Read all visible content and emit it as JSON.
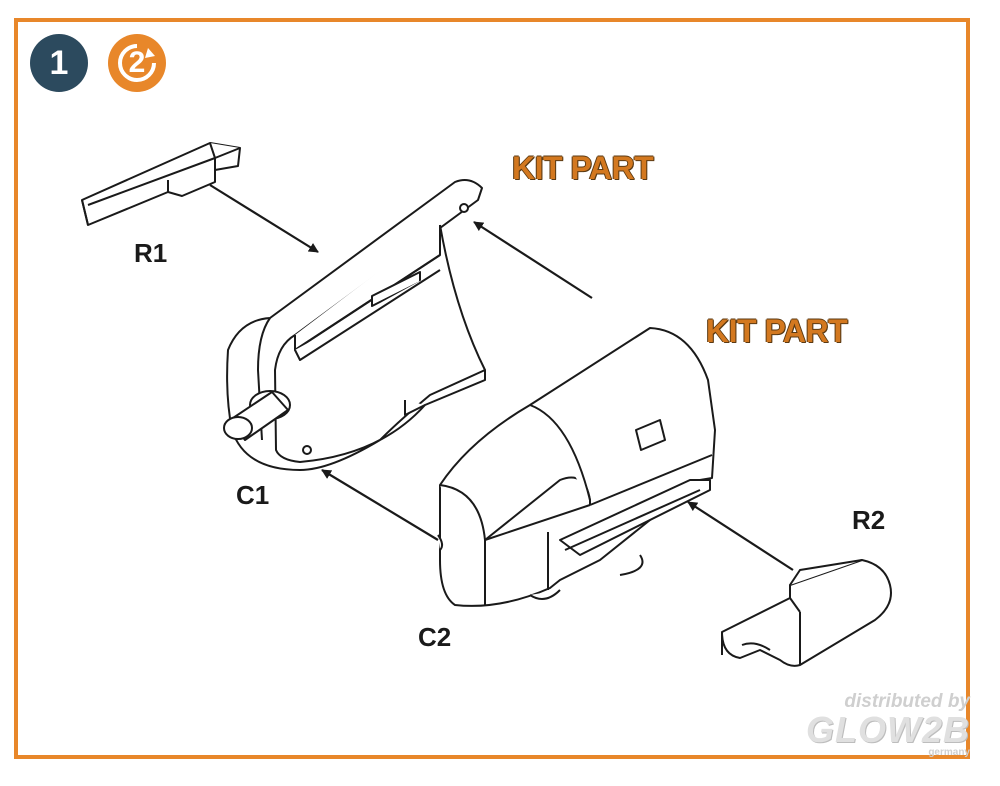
{
  "step": {
    "number": "1",
    "reference_step": "2"
  },
  "labels": {
    "kit_part_top": "KIT PART",
    "kit_part_right": "KIT PART",
    "r1": "R1",
    "r2": "R2",
    "c1": "C1",
    "c2": "C2"
  },
  "watermark": {
    "line1": "distributed by",
    "line2": "GLOW2B",
    "line3": "germany"
  },
  "colors": {
    "frame": "#e8872a",
    "step_badge": "#2c4a5e",
    "reference_badge": "#e8872a",
    "kit_part_text": "#d3781f",
    "line_art": "#1a1a1a"
  },
  "icons": {
    "reference_badge": "rotate-arrow-icon"
  }
}
